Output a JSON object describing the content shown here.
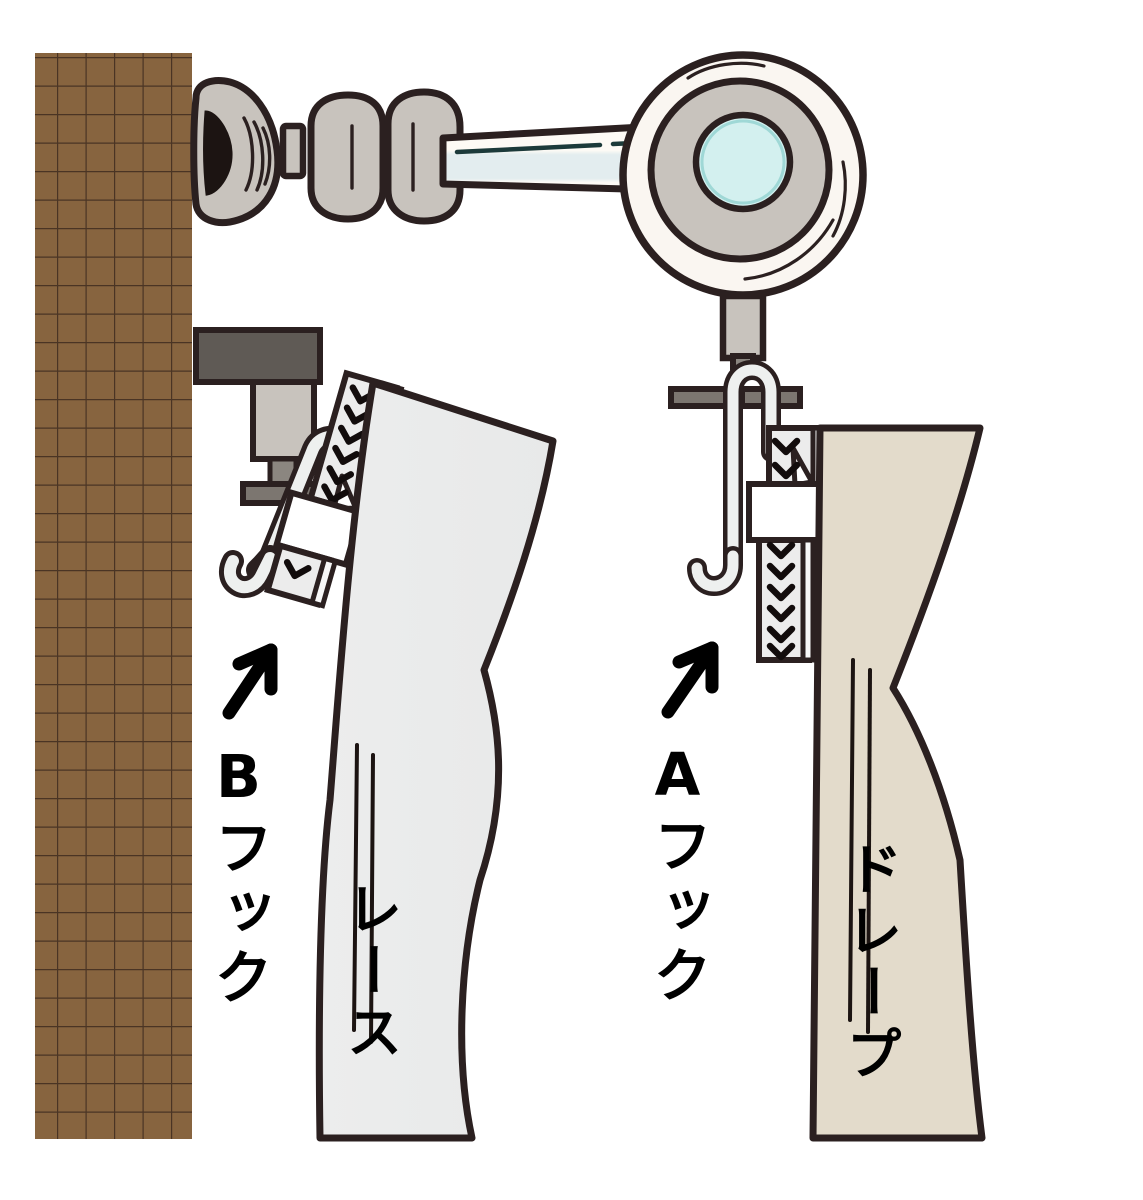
{
  "illustration": {
    "title": "Curtain hook types A and B mounting diagram",
    "background_color": "#ffffff",
    "outline_color": "#2b2020",
    "labels": {
      "b_hook": "Bフック",
      "a_hook": "Aフック",
      "lace": "レース",
      "drape": "ドレープ"
    },
    "annotations": [
      {
        "name": "arrow-to-b-hook",
        "points_to": "B hook assembly",
        "direction": "up-right"
      },
      {
        "name": "arrow-to-a-hook",
        "points_to": "A hook assembly",
        "direction": "up-right"
      }
    ],
    "colors": {
      "wall_brown": "#87643f",
      "wall_grid_line": "#4a3424",
      "outline": "#2b2020",
      "rod_gray": "#c8c3bd",
      "rod_highlight": "#faf6f1",
      "ring_inner_glass": "#d3f0ef",
      "bracket_dark_gray": "#5f5a55",
      "bracket_mid_gray": "#8b8680",
      "bracket_light_gray": "#c8c3bd",
      "lace_fabric": "#ebebeb",
      "drape_fabric": "#e3dbcb",
      "tape_fabric": "#ececec",
      "rail_bar_gray": "#7c7670",
      "hook_plastic": "#eef0ef",
      "label_text": "#000000"
    },
    "parts": [
      {
        "name": "wall",
        "description": "brown tiled wall panel at left"
      },
      {
        "name": "curtain-rod",
        "description": "horizontal rod with decorative finial end cap"
      },
      {
        "name": "rod-ring",
        "description": "large circular curtain ring shown end-on with pale glass center"
      },
      {
        "name": "a-hook",
        "description": "A type hook hanging from rail, lower hook body with straight shank"
      },
      {
        "name": "b-hook",
        "description": "B type hook mounted on wall bracket, hook reaches up over rail"
      },
      {
        "name": "pleat-tape",
        "description": "heading tape with downward chevron marks and pocket"
      },
      {
        "name": "lace-curtain",
        "description": "light gray lace curtain panel, left"
      },
      {
        "name": "drape-curtain",
        "description": "beige drape curtain panel, right"
      }
    ]
  }
}
